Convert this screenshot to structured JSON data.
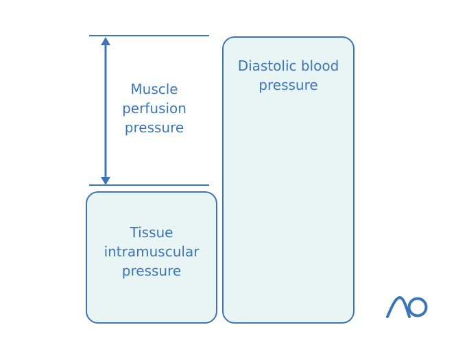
{
  "diagram": {
    "muscle_perfusion": {
      "line1": "Muscle",
      "line2": "perfusion",
      "line3": "pressure"
    },
    "diastolic": {
      "line1": "Diastolic blood",
      "line2": "pressure"
    },
    "tissue": {
      "line1": "Tissue",
      "line2": "intramuscular",
      "line3": "pressure"
    }
  },
  "logo": {
    "text": "AO",
    "icon": "ao-logo-icon"
  },
  "colors": {
    "accent": "#3a75b8",
    "box_fill": "#e9f4f5",
    "background": "#ffffff"
  }
}
